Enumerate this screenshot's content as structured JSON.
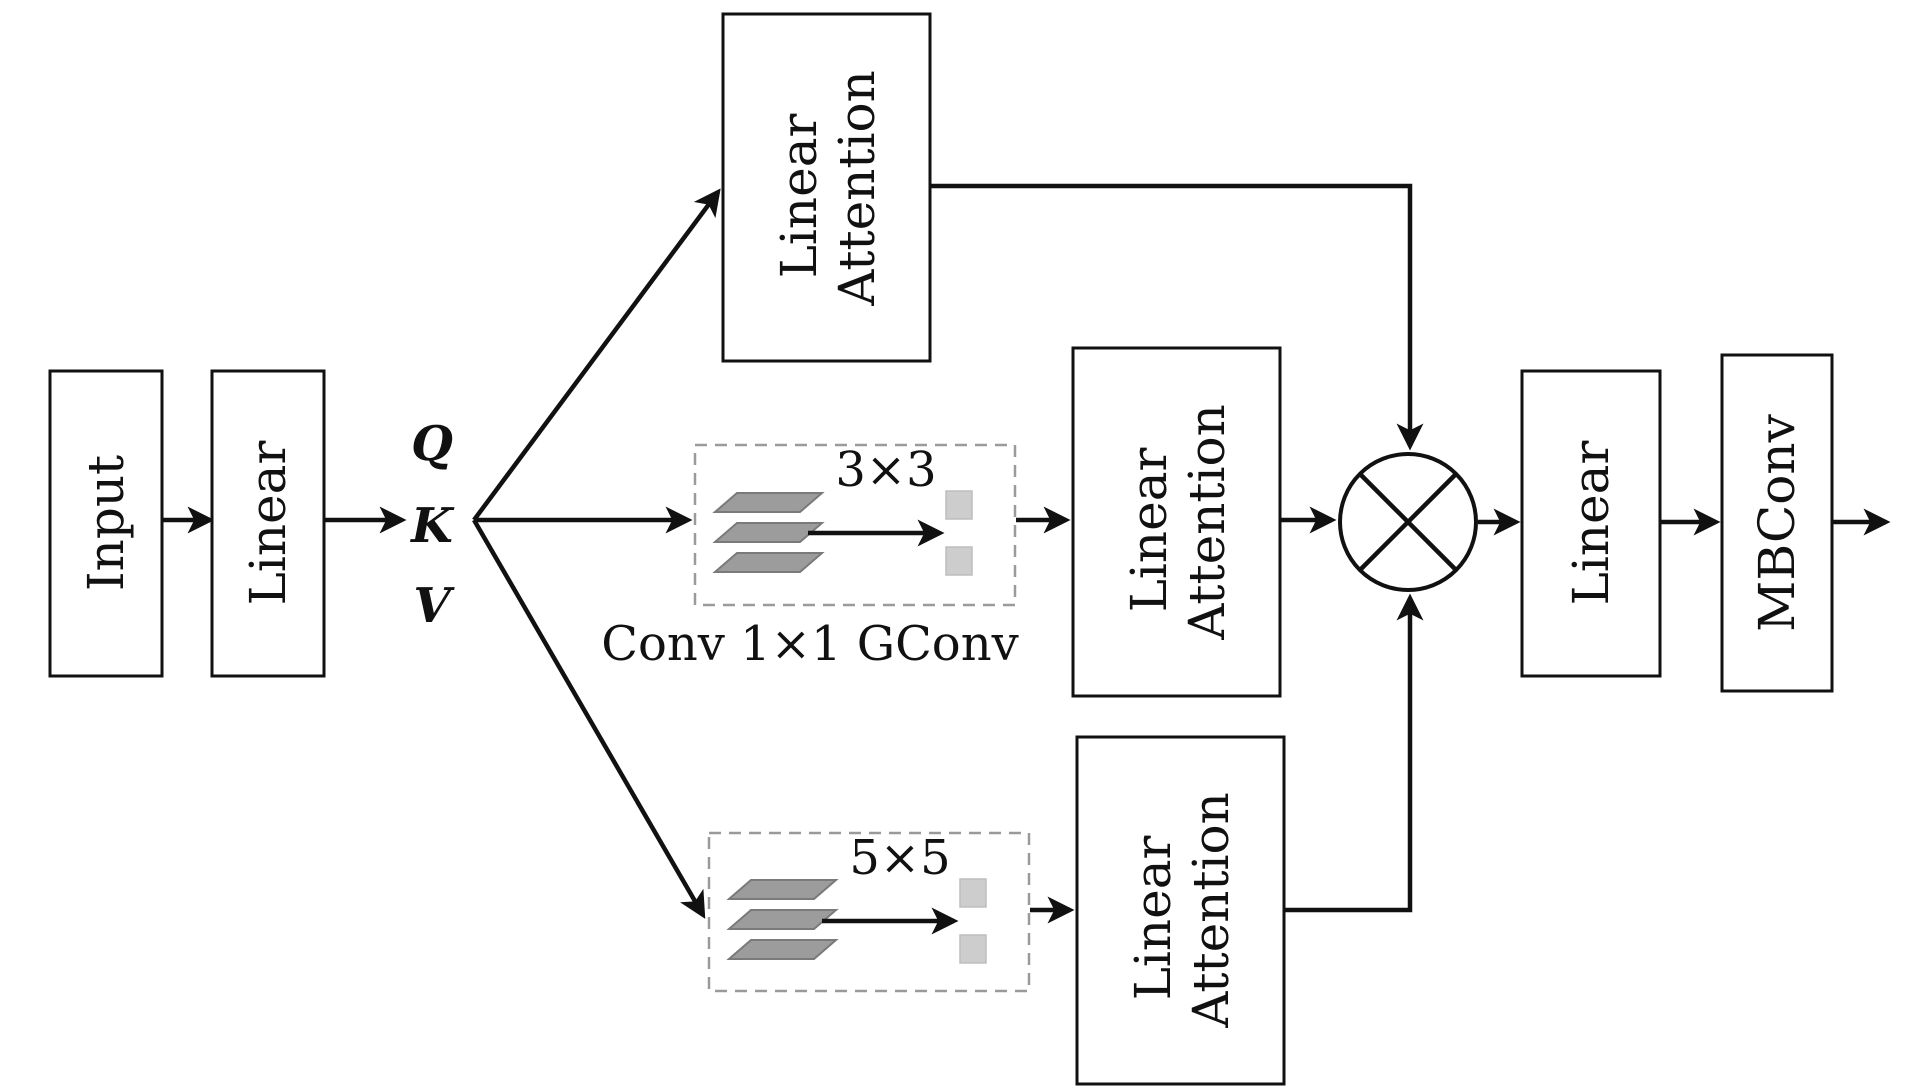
{
  "diagram": {
    "nodes": {
      "input": {
        "label": "Input"
      },
      "linear_in": {
        "label": "Linear"
      },
      "attention_top": {
        "line1": "Linear",
        "line2": "Attention"
      },
      "attention_mid": {
        "line1": "Linear",
        "line2": "Attention"
      },
      "attention_bot": {
        "line1": "Linear",
        "line2": "Attention"
      },
      "linear_out": {
        "label": "Linear"
      },
      "mbconv": {
        "label": "MBConv"
      }
    },
    "qkv": {
      "q": "Q",
      "k": "K",
      "v": "V"
    },
    "conv_mid": {
      "kernel_label": "3×3"
    },
    "conv_bot": {
      "kernel_label": "5×5"
    },
    "conv_caption": "Conv 1×1 GConv",
    "colors": {
      "stroke": "#111111",
      "dashed_border": "#9a9a9a",
      "layer_fill": "#9c9c9c",
      "output_square_fill": "#cdcdcd"
    },
    "icons": [
      "multiply-icon",
      "arrow-icon",
      "feature-layers-icon"
    ]
  }
}
